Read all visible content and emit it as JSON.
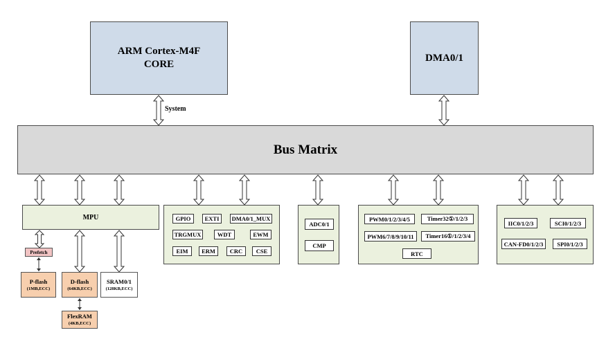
{
  "core": {
    "line1": "ARM Cortex-M4F",
    "line2": "CORE"
  },
  "dma": {
    "label": "DMA0/1"
  },
  "system_label": "System",
  "bus": {
    "label": "Bus Matrix"
  },
  "mpu": {
    "label": "MPU"
  },
  "prefetch": {
    "label": "Prefetch"
  },
  "memories": {
    "pflash": {
      "name": "P-flash",
      "size": "(1MB,ECC)"
    },
    "dflash": {
      "name": "D-flash",
      "size": "(64KB,ECC)"
    },
    "sram": {
      "name": "SRAM0/1",
      "size": "(128KB,ECC)"
    },
    "flexram": {
      "name": "FlexRAM",
      "size": "(4KB,ECC)"
    }
  },
  "group1": {
    "gpio": "GPIO",
    "exti": "EXTI",
    "dmamux": "DMA0/1_MUX",
    "trgmux": "TRGMUX",
    "wdt": "WDT",
    "ewm": "EWM",
    "eim": "EIM",
    "erm": "ERM",
    "crc": "CRC",
    "cse": "CSE"
  },
  "group2": {
    "adc": "ADC0/1",
    "cmp": "CMP"
  },
  "group3": {
    "pwm_a": "PWM0/1/2/3/4/5",
    "timer32": "Timer32①/1/2/3",
    "pwm_b": "PWM6/7/8/9/10/11",
    "timer16": "Timer16①/1/2/3/4",
    "rtc": "RTC"
  },
  "group4": {
    "iic": "IIC0/1/2/3",
    "sci": "SCI0/1/2/3",
    "canfd": "CAN-FD0/1/2/3",
    "spi": "SPI0/1/2/3"
  },
  "colors": {
    "core_fill": "#cfdbe9",
    "bus_fill": "#d9d9d9",
    "group_fill": "#ebf1de",
    "memory_fill": "#f7cfae",
    "prefetch_fill": "#f2c4c4"
  }
}
